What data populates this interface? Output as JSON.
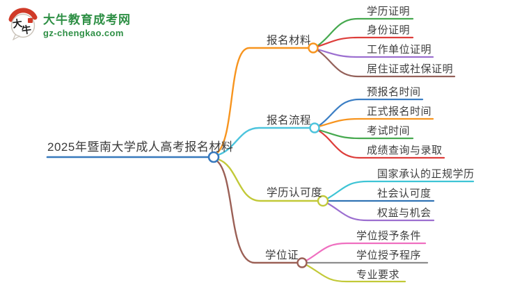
{
  "logo": {
    "site_name": "大牛教育成考网",
    "site_url": "gz-chengkao.com",
    "icon_char1": "大",
    "icon_char2": "牛",
    "green": "#2e8f45",
    "red": "#d03a28"
  },
  "root": {
    "label": "2025年暨南大学成人高考报名材料",
    "color": "#3779bd"
  },
  "branches": [
    {
      "label": "报名材料",
      "color": "#f7941e",
      "children": [
        {
          "label": "学历证明",
          "color": "#46a94f"
        },
        {
          "label": "身份证明",
          "color": "#dd3d3a"
        },
        {
          "label": "工作单位证明",
          "color": "#9c6fd0"
        },
        {
          "label": "居住证或社保证明",
          "color": "#936059"
        }
      ]
    },
    {
      "label": "报名流程",
      "color": "#4cc4dd",
      "children": [
        {
          "label": "预报名时间",
          "color": "#3b7ec4"
        },
        {
          "label": "正式报名时间",
          "color": "#f7941e"
        },
        {
          "label": "考试时间",
          "color": "#46a94f"
        },
        {
          "label": "成绩查询与录取",
          "color": "#dd3d3a"
        }
      ]
    },
    {
      "label": "学历认可度",
      "color": "#c2c938",
      "children": [
        {
          "label": "国家承认的正规学历",
          "color": "#3ec4d5"
        },
        {
          "label": "社会认可度",
          "color": "#3173b4"
        },
        {
          "label": "权益与机会",
          "color": "#9c6fd0"
        }
      ]
    },
    {
      "label": "学位证",
      "color": "#9b6056",
      "children": [
        {
          "label": "学位授予条件",
          "color": "#ef6fc0"
        },
        {
          "label": "学位授予程序",
          "color": "#8d8d8d"
        },
        {
          "label": "专业要求",
          "color": "#c2c938"
        }
      ]
    }
  ]
}
